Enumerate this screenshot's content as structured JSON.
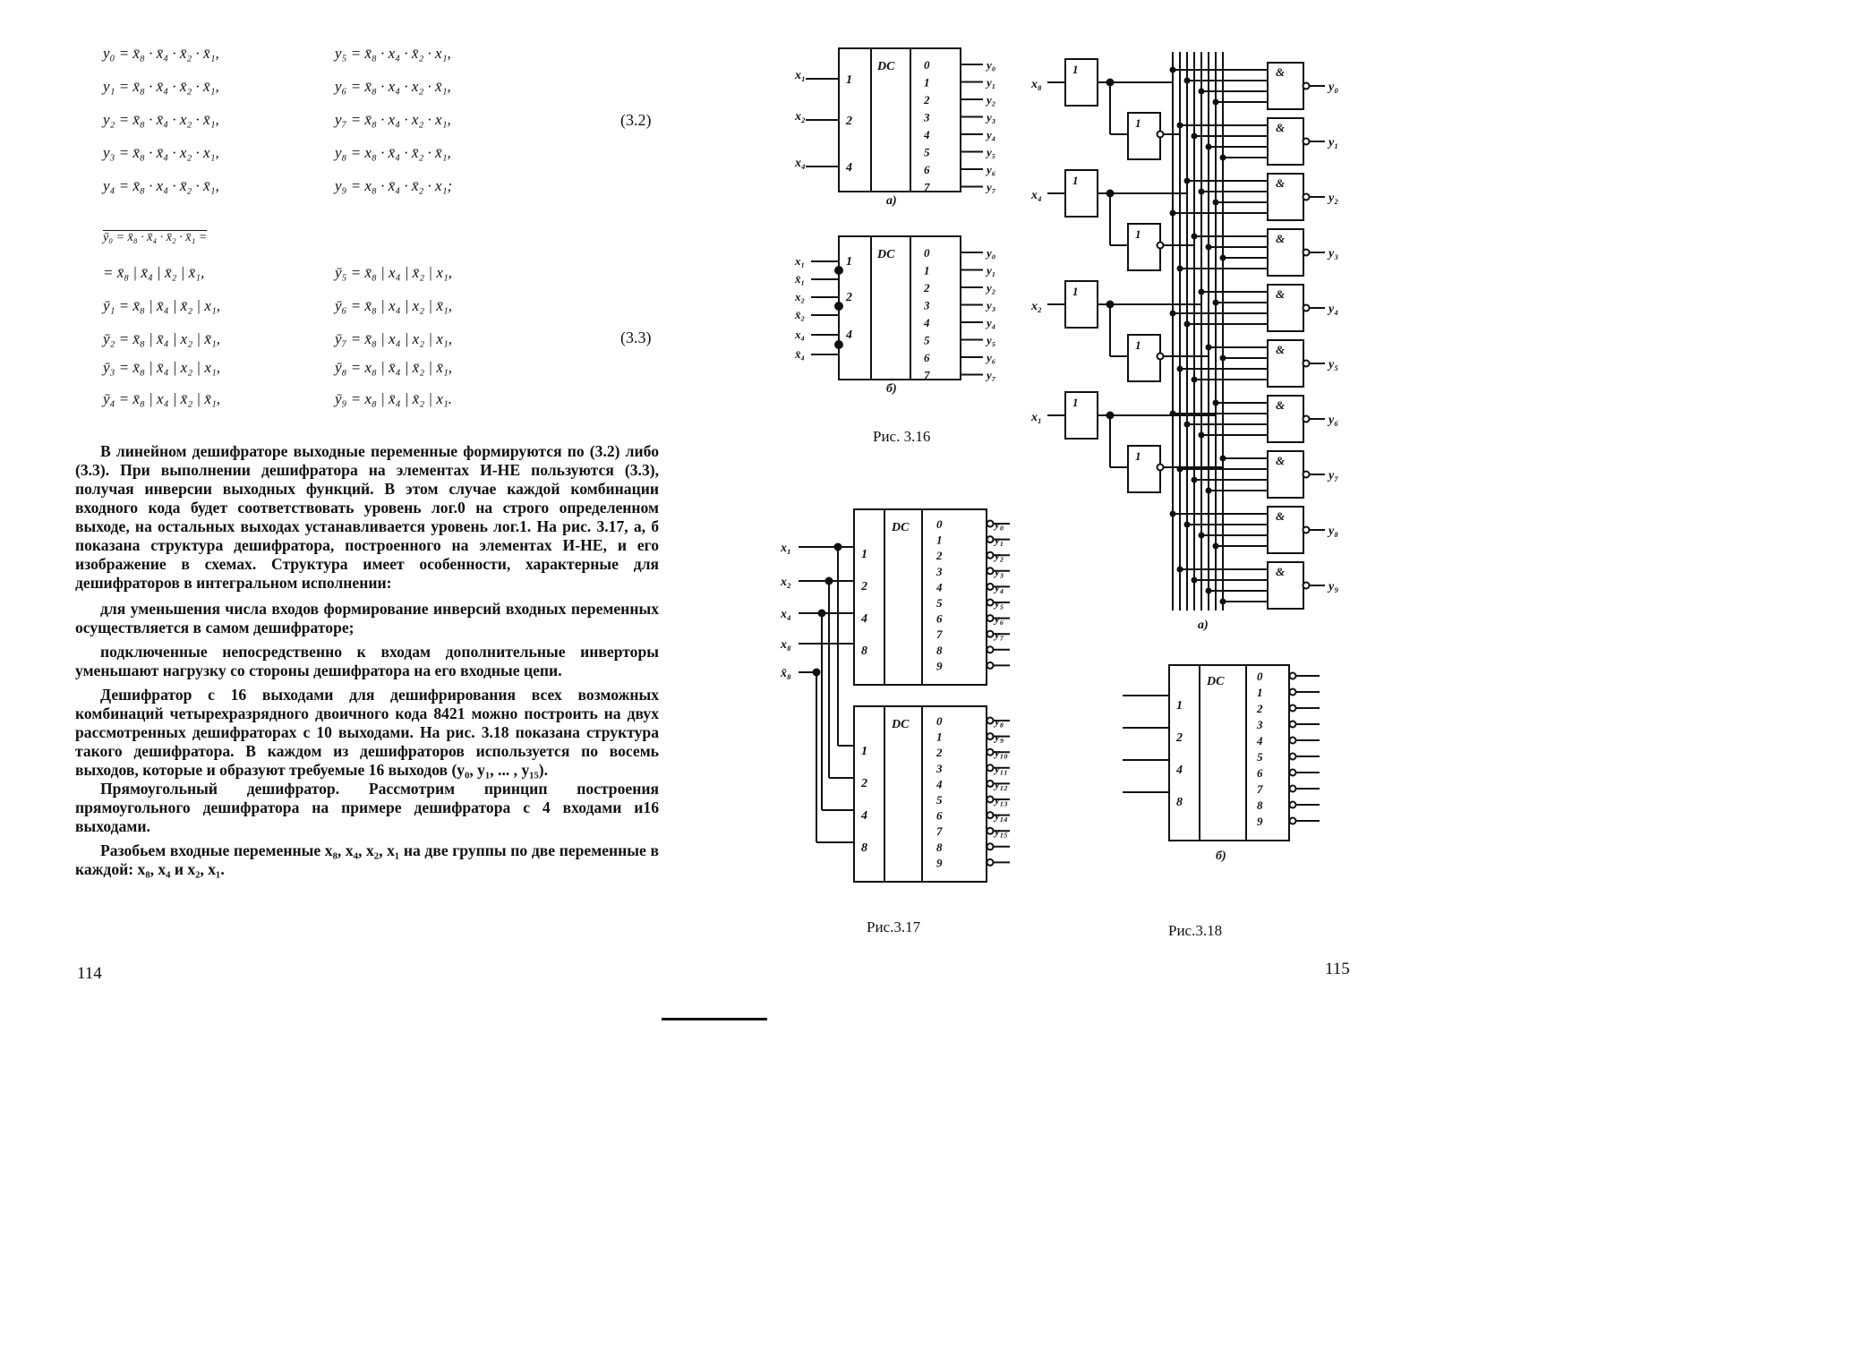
{
  "left_page": {
    "formulas_32": {
      "col1": [
        "y₀ = x̄₈ · x̄₄ · x̄₂ · x̄₁,",
        "y₁ = x̄₈ · x̄₄ · x̄₂ · x̄₁,",
        "y₂ = x̄₈ · x̄₄ · x₂ · x̄₁,",
        "y₃ = x̄₈ · x̄₄ · x₂ · x₁,",
        "y₄ = x̄₈ · x₄ · x̄₂ · x̄₁,"
      ],
      "col2": [
        "y₅ = x̄₈ · x₄ · x̄₂ · x₁,",
        "y₆ = x̄₈ · x₄ · x₂ · x̄₁,",
        "y₇ = x̄₈ · x₄ · x₂ · x₁,",
        "y₈ = x₈ · x̄₄ · x̄₂ · x̄₁,",
        "y₉ = x₈ · x̄₄ · x̄₂ · x₁;"
      ],
      "number": "(3.2)"
    },
    "formulas_33": {
      "head": "ȳ₀ = x̄₈ · x̄₄ · x̄₂ · x̄₁ =",
      "col1": [
        "= x̄₈ | x̄₄ | x̄₂ | x̄₁,",
        "ȳ₁ = x̄₈ | x̄₄ | x̄₂ | x₁,",
        "ȳ₂ = x̄₈ | x̄₄ | x₂ | x̄₁,",
        "ȳ₃ = x̄₈ | x̄₄ | x₂ | x₁,",
        "ȳ₄ = x̄₈ | x₄ | x̄₂ | x̄₁,"
      ],
      "col2": [
        "ȳ₅ = x̄₈ | x₄ | x̄₂ | x₁,",
        "ȳ₆ = x̄₈ | x₄ | x₂ | x̄₁,",
        "ȳ₇ = x̄₈ | x₄ | x₂ | x₁,",
        "ȳ₈ = x₈ | x̄₄ | x̄₂ | x̄₁,",
        "ȳ₉ = x₈ | x̄₄ | x̄₂ | x₁."
      ],
      "number": "(3.3)"
    },
    "paragraphs": {
      "p1": "В линейном дешифраторе выходные переменные формируются по (3.2) либо (3.3). При выполнении дешифратора на элементах И-НЕ пользуются (3.3), получая инверсии выходных функций. В этом случае каждой комбинации входного кода будет соответствовать уровень лог.0 на строго определенном выходе, на остальных выходах устанавливается уровень лог.1. На рис. 3.17, а, б показана структура дешифратора, построенного на элементах И-НЕ, и его изображение в схемах. Структура имеет особенности, характерные для дешифраторов в интегральном исполнении:",
      "p2": "для уменьшения числа входов формирование инверсий входных переменных осуществляется в самом дешифраторе;",
      "p3": "подключенные непосредственно к входам дополнительные инверторы уменьшают нагрузку со стороны дешифратора на его входные цепи.",
      "p4": "Дешифратор с 16 выходами для дешифрирования всех возможных комбинаций четырехразрядного двоичного кода 8421 можно построить на двух рассмотренных дешифраторах с 10 выходами. На рис. 3.18 показана структура такого дешифратора. В каждом из дешифраторов используется по восемь выходов, которые и образуют требуемые 16 выходов (y₀, y₁, ... , y₁₅).",
      "p5_term": "Прямоугольный дешифратор.",
      "p5": " Рассмотрим принцип построения прямоугольного дешифратора на примере дешифратора с 4 входами и16 выходами.",
      "p6": "Разобьем входные переменные x₈, x₄, x₂, x₁ на две группы по две переменные в каждой: x₈, x₄ и x₂, x₁."
    },
    "page_number": "114"
  },
  "right_page": {
    "fig316": {
      "caption": "Рис. 3.16",
      "label_a": "а)",
      "label_b": "б)",
      "dc": "DC",
      "inputs_a": [
        "x₁",
        "x₂",
        "x₄"
      ],
      "inputs_b": [
        "x₁",
        "x̄₁",
        "x₂",
        "x̄₂",
        "x₄",
        "x̄₄"
      ],
      "weights": [
        "1",
        "2",
        "4"
      ],
      "outputs": [
        "0",
        "1",
        "2",
        "3",
        "4",
        "5",
        "6",
        "7"
      ],
      "out_labels": [
        "y₀",
        "y₁",
        "y₂",
        "y₃",
        "y₄",
        "y₅",
        "y₆",
        "y₇"
      ]
    },
    "fig317": {
      "caption": "Рис.3.17",
      "label_a": "а)",
      "gate_not": "1",
      "gate_and": "&",
      "inputs": [
        "x₈",
        "x₄",
        "x₂",
        "x₁"
      ],
      "outputs": [
        "y₀",
        "y₁",
        "y₂",
        "y₃",
        "y₄",
        "y₅",
        "y₆",
        "y₇",
        "y₈",
        "y₉"
      ]
    },
    "fig318": {
      "caption": "Рис.3.18",
      "dc": "DC",
      "inputs": [
        "x₁",
        "x₂",
        "x₄",
        "x₈",
        "x̄₈"
      ],
      "weights4": [
        "1",
        "2",
        "4",
        "8"
      ],
      "outputs10": [
        "0",
        "1",
        "2",
        "3",
        "4",
        "5",
        "6",
        "7",
        "8",
        "9"
      ],
      "out_top": [
        "y₀",
        "y₁",
        "y₂",
        "y₃",
        "y₄",
        "y₅",
        "y₆",
        "y₇"
      ],
      "out_bottom": [
        "y₈",
        "y₉",
        "y₁₀",
        "y₁₁",
        "y₁₂",
        "y₁₃",
        "y₁₄",
        "y₁₅"
      ]
    },
    "fig_small": {
      "label": "б)",
      "dc": "DC",
      "weights4": [
        "1",
        "2",
        "4",
        "8"
      ],
      "outputs10": [
        "0",
        "1",
        "2",
        "3",
        "4",
        "5",
        "6",
        "7",
        "8",
        "9"
      ]
    },
    "page_number": "115"
  }
}
